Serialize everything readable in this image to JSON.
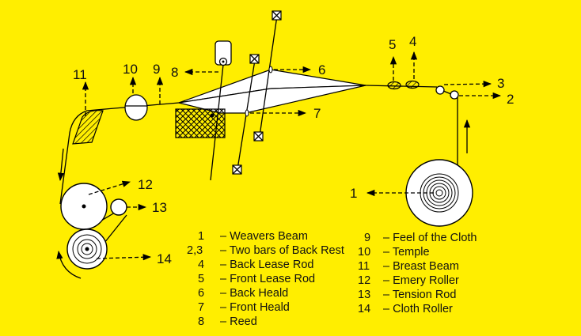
{
  "diagram": {
    "colors": {
      "background": "#ffee00",
      "ink": "#000000",
      "fabric": "#ffffff"
    },
    "callouts": {
      "c1": "1",
      "c2": "2",
      "c3": "3",
      "c4": "4",
      "c5": "5",
      "c6": "6",
      "c7": "7",
      "c8": "8",
      "c9": "9",
      "c10": "10",
      "c11": "11",
      "c12": "12",
      "c13": "13",
      "c14": "14"
    },
    "legend": [
      {
        "num": "1",
        "text": "Weavers Beam"
      },
      {
        "num": "2,3",
        "text": "Two bars of Back Rest"
      },
      {
        "num": "4",
        "text": "Back Lease Rod"
      },
      {
        "num": "5",
        "text": "Front Lease Rod"
      },
      {
        "num": "6",
        "text": "Back Heald"
      },
      {
        "num": "7",
        "text": "Front Heald"
      },
      {
        "num": "8",
        "text": "Reed"
      },
      {
        "num": "9",
        "text": "Feel of the Cloth"
      },
      {
        "num": "10",
        "text": "Temple"
      },
      {
        "num": "11",
        "text": "Breast Beam"
      },
      {
        "num": "12",
        "text": "Emery Roller"
      },
      {
        "num": "13",
        "text": "Tension Rod"
      },
      {
        "num": "14",
        "text": "Cloth Roller"
      }
    ]
  }
}
